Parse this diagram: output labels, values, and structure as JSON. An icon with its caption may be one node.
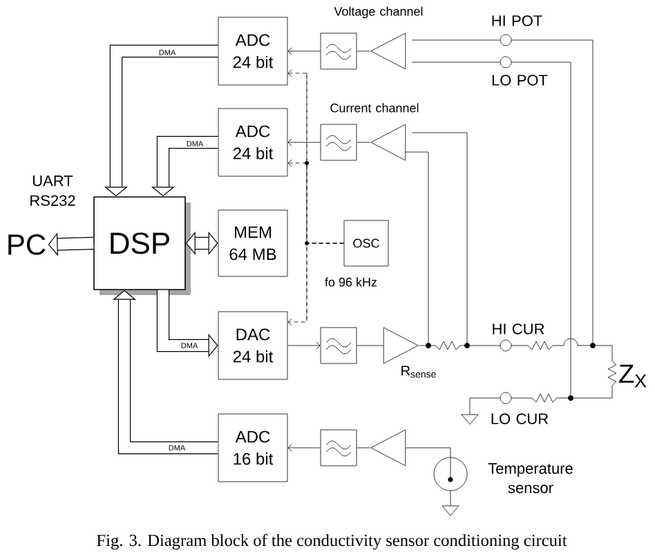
{
  "diagram": {
    "caption": "Fig. 3. Diagram block of the conductivity sensor conditioning circuit",
    "nodes": [
      {
        "text": [
          "DSP"
        ]
      },
      {
        "text": [
          "ADC",
          "24 bit"
        ]
      },
      {
        "text": [
          "ADC",
          "24 bit"
        ]
      },
      {
        "text": [
          "MEM",
          "64 MB"
        ]
      },
      {
        "text": [
          "DAC",
          "24 bit"
        ]
      },
      {
        "text": [
          "ADC",
          "16 bit"
        ]
      },
      {
        "text": [
          "OSC"
        ],
        "beside": [
          "fo 96 kHz"
        ]
      },
      {
        "text": [
          "PC"
        ]
      },
      {
        "text": [],
        "shape": "box"
      },
      {
        "text": [],
        "shape": "box"
      },
      {
        "text": [],
        "shape": "box"
      },
      {
        "text": [],
        "shape": "box"
      },
      {
        "text": [],
        "shape": "triangle"
      },
      {
        "text": [],
        "shape": "triangle"
      },
      {
        "text": [],
        "shape": "triangle"
      },
      {
        "text": [],
        "shape": "triangle"
      },
      {
        "text": [],
        "shape": "circle",
        "beside": [
          "Temperature sensor"
        ]
      }
    ],
    "edges": [
      {
        "from": 0,
        "to": 7,
        "arrow": "to",
        "style": "thick"
      },
      {
        "from": 1,
        "to": 0,
        "arrow": "to",
        "style": "thick",
        "label": "DMA"
      },
      {
        "from": 2,
        "to": 0,
        "arrow": "to",
        "style": "thick",
        "label": "DMA"
      },
      {
        "from": 0,
        "to": 3,
        "arrow": "both",
        "style": "thick"
      },
      {
        "from": 0,
        "to": 4,
        "arrow": "to",
        "style": "thick",
        "label": "DMA"
      },
      {
        "from": 5,
        "to": 0,
        "arrow": "to",
        "style": "thick",
        "label": "DMA"
      },
      {
        "from": 8,
        "to": 1,
        "arrow": "to"
      },
      {
        "from": 12,
        "to": 8,
        "arrow": "none"
      },
      {
        "from": 9,
        "to": 2,
        "arrow": "to"
      },
      {
        "from": 13,
        "to": 9,
        "arrow": "none"
      },
      {
        "from": 4,
        "to": 10,
        "arrow": "to"
      },
      {
        "from": 10,
        "to": 14,
        "arrow": "none"
      },
      {
        "from": 11,
        "to": 5,
        "arrow": "to"
      },
      {
        "from": 15,
        "to": 11,
        "arrow": "none"
      },
      {
        "from": 16,
        "to": 15,
        "arrow": "none"
      },
      {
        "from": 6,
        "to": 1,
        "arrow": "to",
        "style": "dashed"
      },
      {
        "from": 6,
        "to": 2,
        "arrow": "to",
        "style": "dashed"
      },
      {
        "from": 6,
        "to": 4,
        "arrow": "to",
        "style": "dashed"
      },
      {
        "from": 14,
        "to": 13,
        "arrow": "none"
      }
    ],
    "labels": [
      "Voltage channel",
      "HI POT",
      "LO POT",
      "Current channel",
      "UART RS232",
      "HI CUR",
      "Z$_{X}$",
      "R$_{sense}$",
      "LO CUR"
    ]
  }
}
